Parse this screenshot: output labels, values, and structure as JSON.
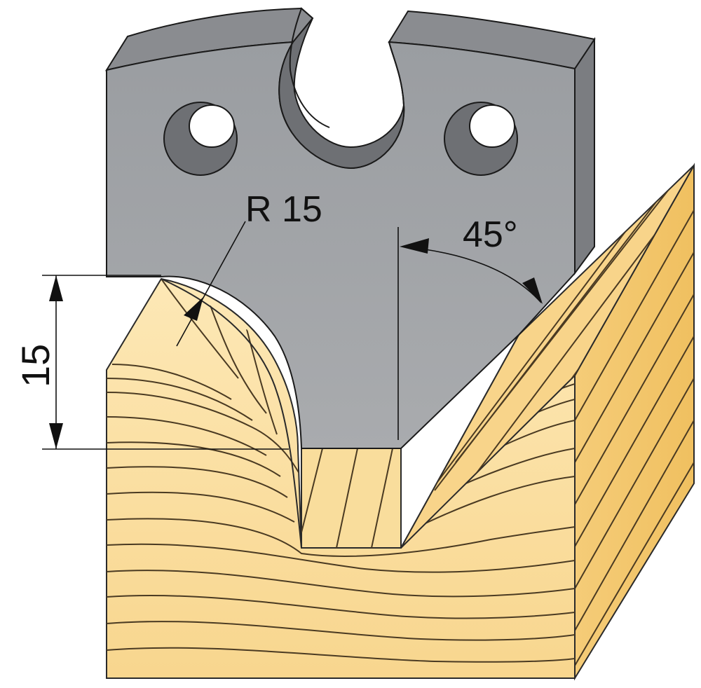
{
  "labels": {
    "radius": "R 15",
    "angle": "45°",
    "height": "15"
  },
  "colors": {
    "steel_face": "#a3a5a8",
    "steel_top": "#8a8c90",
    "steel_side": "#7b7d81",
    "steel_hole": "#6e7074",
    "wood_light": "#fbe3ae",
    "wood_mid": "#f6cd7b",
    "wood_dark": "#eebc5e",
    "outline": "#1a1a1a"
  }
}
